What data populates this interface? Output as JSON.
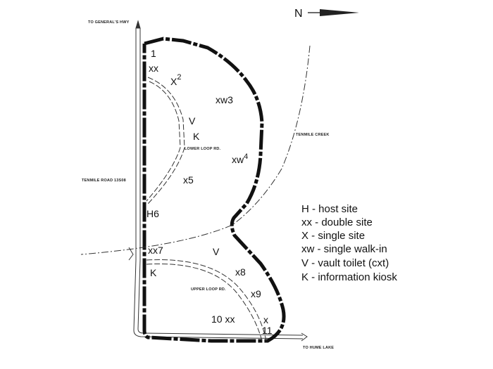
{
  "map": {
    "north_label": "N",
    "road_labels": {
      "generals_hwy": "TO GENERAL'S HWY",
      "tenmile_road": "TENMILE ROAD 13S08",
      "hume_lake": "TO HUME LAKE",
      "lower_loop": "LOWER LOOP RD.",
      "upper_loop": "UPPER LOOP RD."
    },
    "water_labels": {
      "tenmile_creek": "TENMILE CREEK"
    },
    "sites": [
      {
        "id": "1",
        "label": "1"
      },
      {
        "id": "xx-1",
        "label": "xx"
      },
      {
        "id": "2",
        "label": "X",
        "sup": "2"
      },
      {
        "id": "3",
        "label": "xw3"
      },
      {
        "id": "v-lower",
        "label": "V"
      },
      {
        "id": "k-lower",
        "label": "K"
      },
      {
        "id": "4",
        "label": "xw",
        "sup": "4"
      },
      {
        "id": "5",
        "label": "x5"
      },
      {
        "id": "6",
        "label": "H6"
      },
      {
        "id": "7",
        "label": "xx7"
      },
      {
        "id": "k-upper",
        "label": "K"
      },
      {
        "id": "v-upper",
        "label": "V"
      },
      {
        "id": "8",
        "label": "x8"
      },
      {
        "id": "9",
        "label": "x9"
      },
      {
        "id": "10",
        "label": "10 xx"
      },
      {
        "id": "11x",
        "label": "x"
      },
      {
        "id": "11",
        "label": "11"
      }
    ],
    "legend": [
      {
        "symbol": "H",
        "text": "H - host site"
      },
      {
        "symbol": "xx",
        "text": "xx - double site"
      },
      {
        "symbol": "X",
        "text": "X - single site"
      },
      {
        "symbol": "xw",
        "text": "xw - single walk-in"
      },
      {
        "symbol": "V",
        "text": "V - vault toilet (cxt)"
      },
      {
        "symbol": "K",
        "text": "K - information kiosk"
      }
    ]
  }
}
